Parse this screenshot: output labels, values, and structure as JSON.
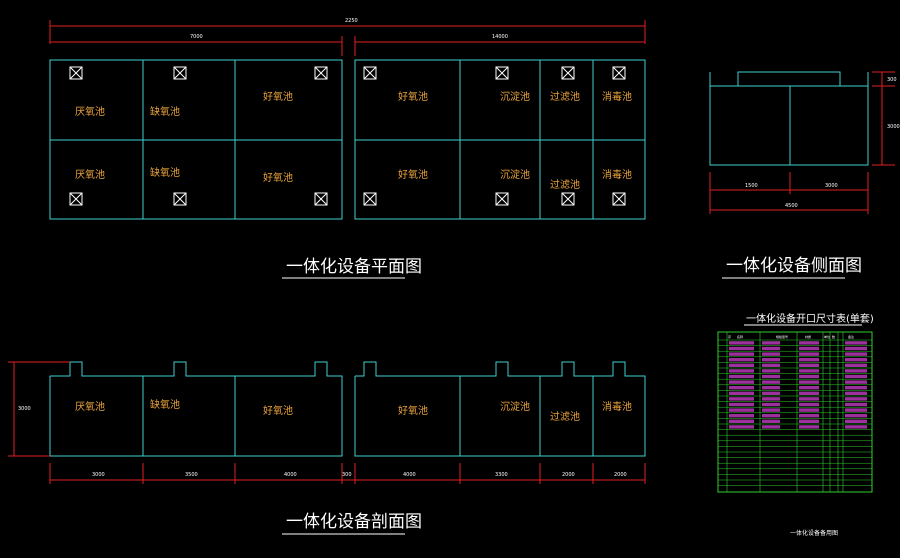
{
  "colors": {
    "background": "#000000",
    "outline": "#40d0d0",
    "dimension": "#e02020",
    "label": "#e8a23a",
    "table_grid": "#30d030",
    "table_text": "#d040d0",
    "title": "#ffffff"
  },
  "plan": {
    "title": "一体化设备平面图",
    "dims": {
      "total": "2250",
      "left": "7000",
      "right": "14000"
    },
    "tanks_top": [
      "厌氧池",
      "缺氧池",
      "好氧池",
      "好氧池",
      "沉淀池",
      "过滤池",
      "消毒池"
    ],
    "tanks_bottom": [
      "厌氧池",
      "缺氧池",
      "好氧池",
      "好氧池",
      "沉淀池",
      "过滤池",
      "消毒池"
    ]
  },
  "side": {
    "title": "一体化设备侧面图",
    "dims": {
      "top": "300",
      "height": "3000",
      "seg_left": "1500",
      "seg_right": "3000",
      "total": "4500"
    }
  },
  "section": {
    "title": "一体化设备剖面图",
    "dims": {
      "height": "3000",
      "segs": [
        "3000",
        "3500",
        "4000",
        "300",
        "4000",
        "3300",
        "2000",
        "2000"
      ]
    },
    "tanks": [
      "厌氧池",
      "缺氧池",
      "好氧池",
      "好氧池",
      "沉淀池",
      "过滤池",
      "消毒池"
    ]
  },
  "table": {
    "title": "一体化设备开口尺寸表(单套)",
    "caption": "一体化设备备用图",
    "headers": [
      "序",
      "名称",
      "规格型号",
      "材质",
      "单位",
      "数",
      "备注"
    ]
  }
}
